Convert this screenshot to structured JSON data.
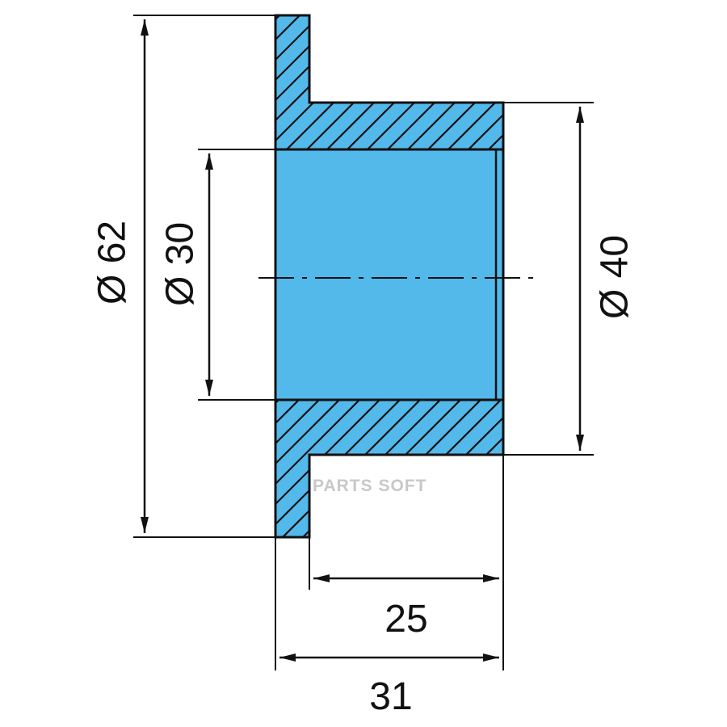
{
  "dimensions": {
    "outer_flange_diameter": "Ø 62",
    "inner_bore_diameter": "Ø 30",
    "outer_sleeve_diameter": "Ø 40",
    "sleeve_length": "25",
    "overall_length": "31"
  },
  "watermark": "PARTS SOFT",
  "colors": {
    "part_fill": "#53b8ea",
    "line": "#111111",
    "background": "#ffffff"
  }
}
